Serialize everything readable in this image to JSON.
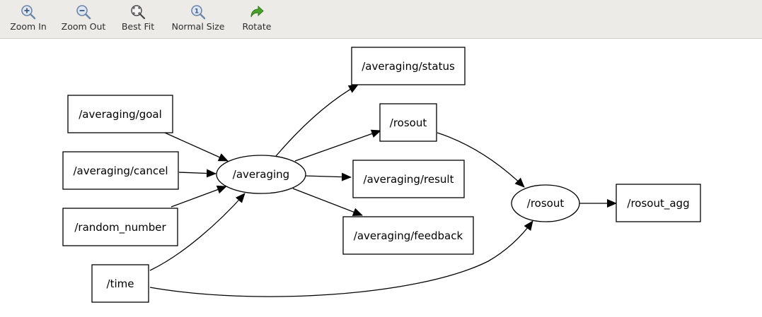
{
  "toolbar": {
    "zoom_in": "Zoom In",
    "zoom_out": "Zoom Out",
    "best_fit": "Best Fit",
    "normal_size": "Normal Size",
    "rotate": "Rotate"
  },
  "colors": {
    "toolbar_bg": "#edebe8",
    "zoom_icon": "#6f86a6",
    "rotate_icon": "#4aa02c"
  },
  "graph": {
    "nodes": {
      "averaging_goal": "/averaging/goal",
      "averaging_cancel": "/averaging/cancel",
      "random_number": "/random_number",
      "time": "/time",
      "averaging": "/averaging",
      "averaging_status": "/averaging/status",
      "rosout_topic": "/rosout",
      "averaging_result": "/averaging/result",
      "averaging_feedback": "/averaging/feedback",
      "rosout_node": "/rosout",
      "rosout_agg": "/rosout_agg"
    }
  }
}
